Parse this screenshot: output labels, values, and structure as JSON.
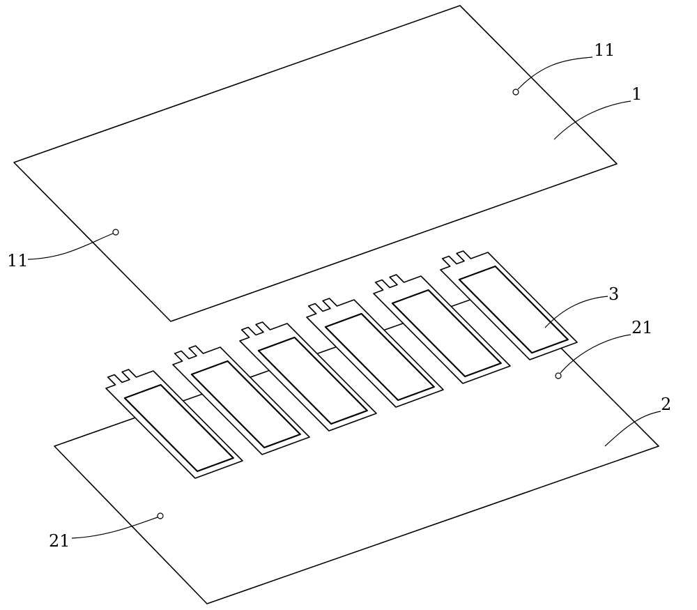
{
  "figure": {
    "labels": {
      "top_plate": "1",
      "top_plate_hole_right": "11",
      "top_plate_hole_left": "11",
      "bottom_plate": "2",
      "bottom_plate_hole_right": "21",
      "bottom_plate_hole_left": "21",
      "cell": "3"
    },
    "cell_count": 6
  }
}
